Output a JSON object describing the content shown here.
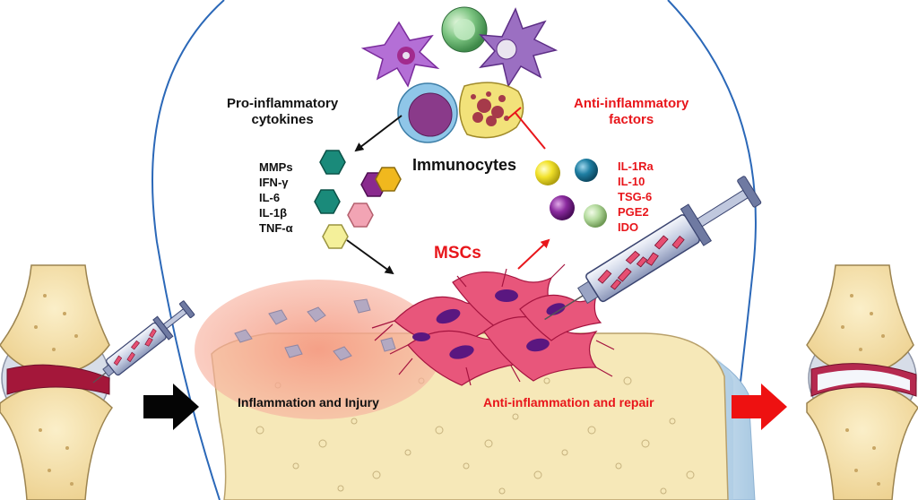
{
  "labels": {
    "pro_inflammatory": [
      "Pro-inflammatory",
      "cytokines"
    ],
    "anti_inflammatory": [
      "Anti-inflammatory",
      "factors"
    ],
    "immunocytes": "Immunocytes",
    "mscs": "MSCs",
    "inflammation_injury": "Inflammation and Injury",
    "anti_inflammation_repair": "Anti-inflammation and repair"
  },
  "cytokines": [
    "MMPs",
    "IFN-γ",
    "IL-6",
    "IL-1β",
    "TNF-α"
  ],
  "factors": [
    "IL-1Ra",
    "IL-10",
    "TSG-6",
    "PGE2",
    "IDO"
  ],
  "colors": {
    "pro_text": "#111111",
    "anti_text": "#e8161b",
    "arrow_in": "#000000",
    "arrow_out": "#ee1111",
    "bone": "#f5e2b4",
    "msc_cell": "#e64f72",
    "inflamed_zone": "#f5a58a",
    "cartilage_repaired": "#bcd6ea"
  }
}
